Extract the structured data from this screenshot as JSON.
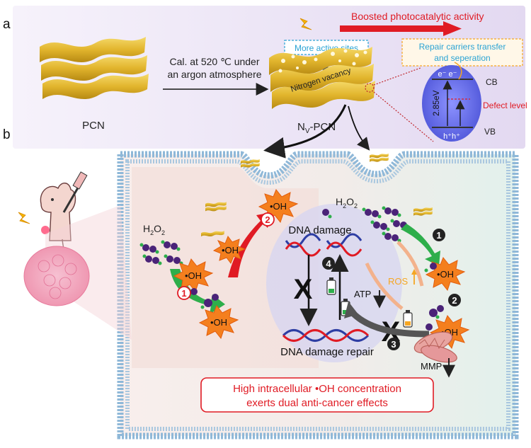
{
  "panel_a": {
    "letter": "a",
    "pcn_label": "PCN",
    "condition_line1": "Cal. at 520 ℃ under",
    "condition_line2": "an argon atmosphere",
    "boosted_label": "Boosted photocatalytic activity",
    "active_sites_label": "More active sites",
    "nitrogen_vacancy_label": "Nitrogen vacancy",
    "nv_pcn_main": "N",
    "nv_pcn_sub": "V",
    "nv_pcn_suffix": "-PCN",
    "repair_line1": "Repair carriers transfer",
    "repair_line2": "and seperation",
    "band": {
      "cb": "CB",
      "vb": "VB",
      "gap": "2.85eV",
      "defect": "Defect level",
      "electrons": "e⁻ e⁻",
      "holes": "h⁺h⁺"
    }
  },
  "panel_b": {
    "letter": "b",
    "h2o2_main": "H",
    "h2o2_sub": "2",
    "h2o2_o": "O",
    "oh": "•OH",
    "dna_damage": "DNA damage",
    "dna_repair": "DNA damage repair",
    "atp": "ATP",
    "ros": "ROS",
    "mmp": "MMP",
    "steps": {
      "s1_red": "1",
      "s2_red": "2",
      "s1_black": "1",
      "s2_black": "2",
      "s3_black": "3",
      "s4_black": "4"
    },
    "conclusion_line1": "High intracellular •OH concentration",
    "conclusion_line2": "exerts dual anti-cancer effects"
  },
  "colors": {
    "panel_a_bg": "#ece6f5",
    "cell_bg": "#f4ebe8",
    "cell_bg_right": "#e6f2ee",
    "membrane_head": "#8fb8d8",
    "nucleus": "#d7d6f0",
    "pcn_gold": "#e8c33c",
    "burst_orange": "#f47f1e",
    "accent_red": "#e01b24",
    "cyan_text": "#2aa3d4",
    "orange_text": "#f5a623",
    "purple": "#4a2378",
    "green_atom": "#2eae4b"
  }
}
